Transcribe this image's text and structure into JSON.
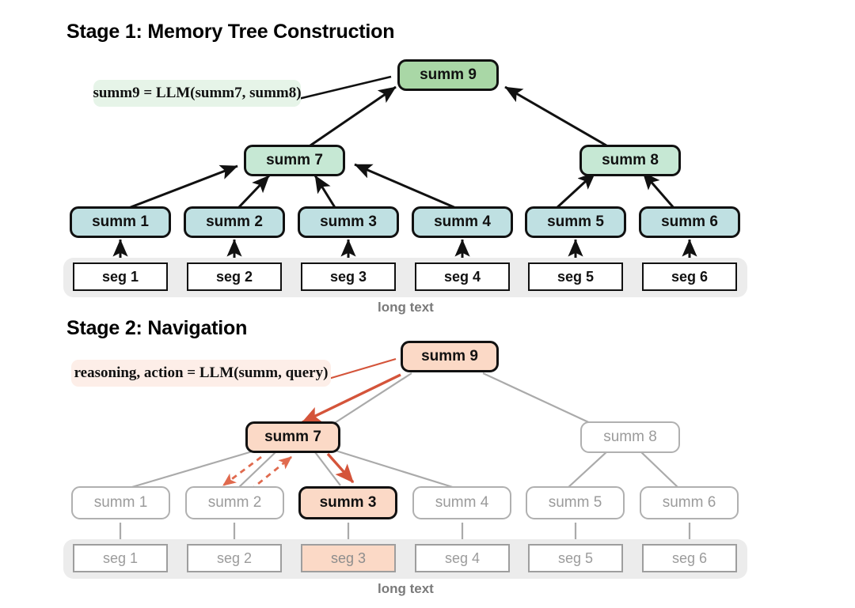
{
  "stages": [
    {
      "id": "stage1",
      "title": "Stage 1: Memory Tree Construction",
      "formula": "summ9 = LLM(summ7, summ8)",
      "band_label": "long text",
      "root": "summ 9",
      "mid": [
        "summ 7",
        "summ 8"
      ],
      "leaves": [
        "summ 1",
        "summ 2",
        "summ 3",
        "summ 4",
        "summ 5",
        "summ 6"
      ],
      "segments": [
        "seg 1",
        "seg 2",
        "seg 3",
        "seg 4",
        "seg 5",
        "seg 6"
      ]
    },
    {
      "id": "stage2",
      "title": "Stage 2: Navigation",
      "formula": "reasoning, action = LLM(summ, query)",
      "band_label": "long text",
      "root": "summ 9",
      "mid": [
        "summ 7",
        "summ 8"
      ],
      "leaves": [
        "summ 1",
        "summ 2",
        "summ 3",
        "summ 4",
        "summ 5",
        "summ 6"
      ],
      "segments": [
        "seg 1",
        "seg 2",
        "seg 3",
        "seg 4",
        "seg 5",
        "seg 6"
      ],
      "active_path": [
        "summ 9",
        "summ 7",
        "summ 3"
      ],
      "active_segment": "seg 3"
    }
  ],
  "colors": {
    "root_green": "#a9d7a6",
    "mid_green": "#c6e8d4",
    "leaf_blue": "#bfe0e2",
    "highlight_peach": "#fbd9c6",
    "formula_green_bg": "#e6f4e8",
    "formula_peach_bg": "#fdeee8",
    "band_gray": "#ececec",
    "ghost_gray": "#9b9b9b",
    "arrow_black": "#111111",
    "arrow_red": "#d4543a"
  }
}
